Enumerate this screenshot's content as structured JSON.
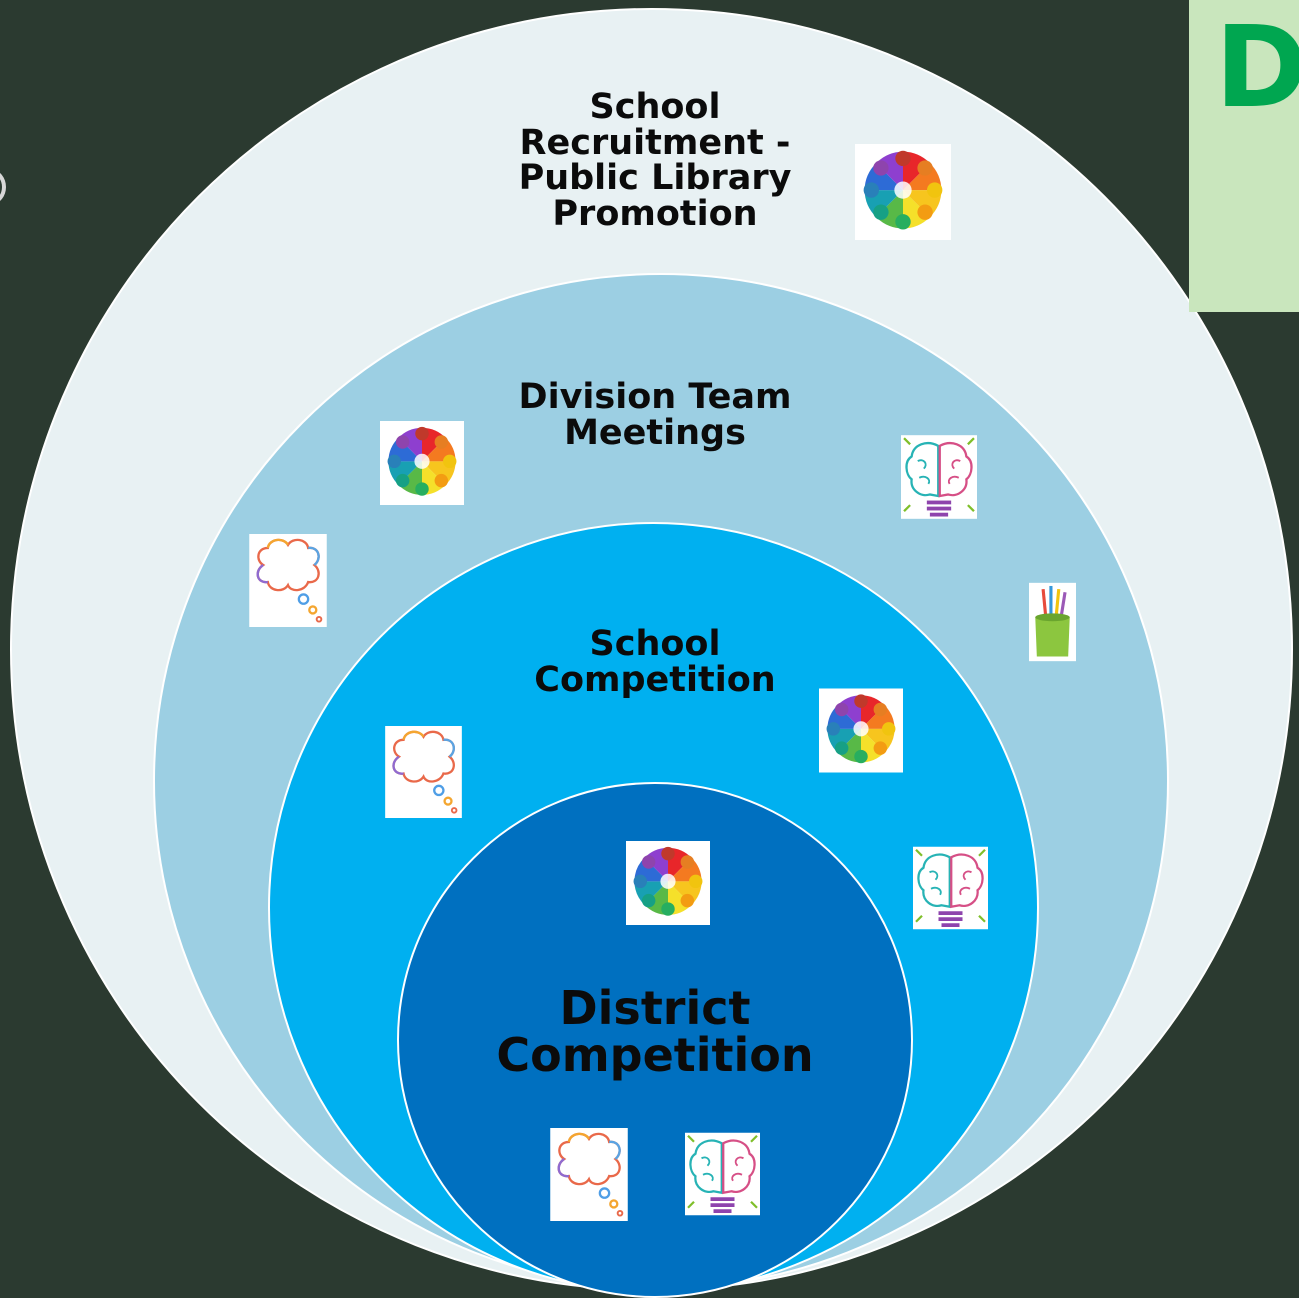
{
  "diagram": {
    "rings": {
      "outer": {
        "label": "School Recruitment - Public Library Promotion",
        "color": "#e8f1f3"
      },
      "division": {
        "label": "Division Team Meetings",
        "color": "#9ccfe3"
      },
      "school": {
        "label": "School Competition",
        "color": "#00b0f0"
      },
      "district": {
        "label": "District Competition",
        "color": "#0070c0"
      }
    },
    "icons": [
      "people-circle-icon",
      "brain-lightbulb-icon",
      "thought-bubble-icon",
      "pencil-cup-icon"
    ]
  },
  "accent": {
    "letter": "D",
    "letter_color": "#00a650",
    "box_color": "#c9e6bd"
  },
  "background_color": "#2b3a30"
}
